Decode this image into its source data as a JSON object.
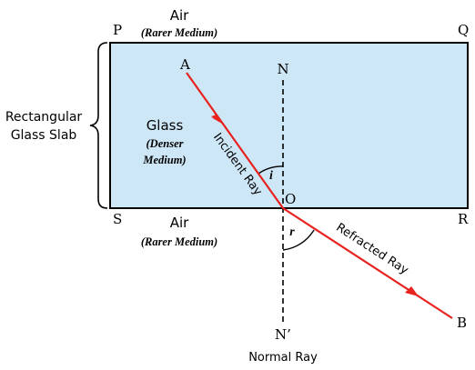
{
  "labels": {
    "air_top": "Air",
    "rarer_medium_top": "(Rarer Medium)",
    "air_bottom": "Air",
    "rarer_medium_bottom": "(Rarer Medium)",
    "corner_p": "P",
    "corner_q": "Q",
    "corner_s": "S",
    "corner_r": "R",
    "slab_line1": "Rectangular",
    "slab_line2": "Glass Slab",
    "glass": "Glass",
    "denser_line1": "(Denser",
    "denser_line2": "Medium)",
    "point_a": "A",
    "point_b": "B",
    "point_n": "N",
    "point_n_prime": "N’",
    "point_o": "O",
    "angle_i": "i",
    "angle_r": "r",
    "incident_ray": "Incident Ray",
    "refracted_ray": "Refracted Ray",
    "normal_ray": "Normal Ray"
  },
  "colors": {
    "glass_fill": "#cde7f7",
    "ray": "#e8221e",
    "outline": "#000000"
  }
}
